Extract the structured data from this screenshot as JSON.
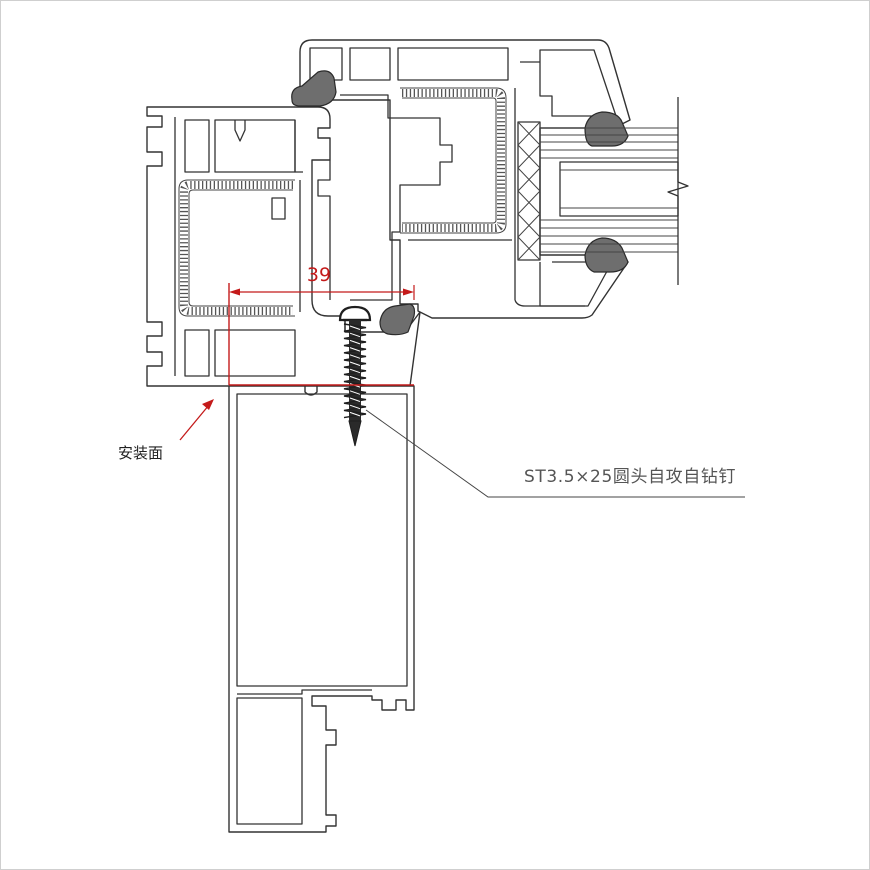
{
  "labels": {
    "dimension": "39",
    "mounting_surface": "安装面",
    "screw_callout": "ST3.5×25圆头自攻自钻钉"
  },
  "colors": {
    "line": "#333333",
    "dimension": "#c41a1a",
    "callout": "#555555",
    "border": "#cfcfcf"
  }
}
